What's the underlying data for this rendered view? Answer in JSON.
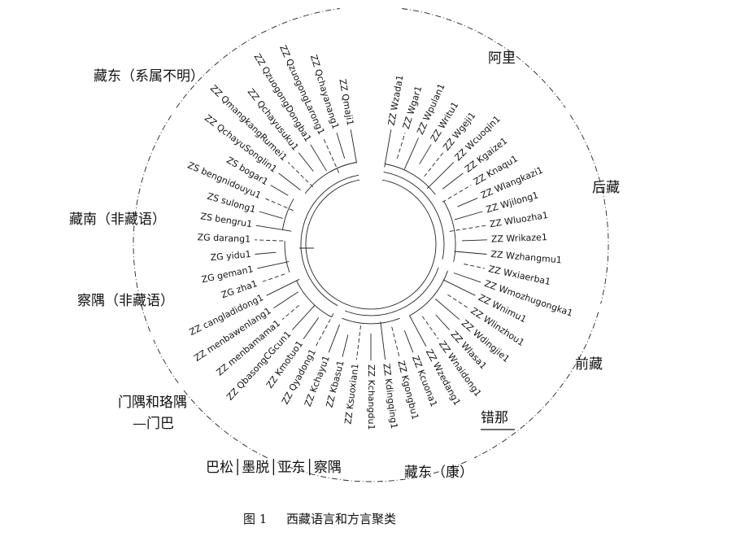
{
  "caption": {
    "fig": "图 1",
    "title": "西藏语言和方言聚类"
  },
  "leaves": [
    "ZZ Wzada1",
    "ZZ Wgar1",
    "ZZ Wpulan1",
    "ZZ Writu1",
    "ZZ Wgeji1",
    "ZZ Wcuoqin1",
    "ZZ Kgaize1",
    "ZZ Knaqu1",
    "ZZ Wlangkazi1",
    "ZZ Wjilong1",
    "ZZ Wluozha1",
    "ZZ Wrikaze1",
    "ZZ Wzhangmu1",
    "ZZ Wxiaerba1",
    "ZZ Wmozhugongka1",
    "ZZ Wnimu1",
    "ZZ Wlinzhou1",
    "ZZ Wdingjie1",
    "ZZ Wlasa1",
    "ZZ Wnaidong1",
    "ZZ Wzedang1",
    "ZZ Kcuona1",
    "ZZ Kgongbu1",
    "ZZ Kdingqing1",
    "ZZ Kchangdu1",
    "ZZ Ksuoxian1",
    "ZZ Kbasu1",
    "ZZ Kchayu1",
    "ZZ Qyadong1",
    "ZZ Kmotuo1",
    "ZZ QbasongCGcun1",
    "ZZ menbamama1",
    "ZZ menbawenlang1",
    "ZZ cangladidong1",
    "ZG zha1",
    "ZG geman1",
    "ZG yidu1",
    "ZG darang1",
    "ZS bengru1",
    "ZS sulong1",
    "ZS bengnidouyu1",
    "ZS bogar1",
    "ZZ QchayuSonglin1",
    "ZZ QmangkangRumei1",
    "ZZ Qchayusuku1",
    "ZZ QzuogongDongba1",
    "ZZ QzuogongLarong1",
    "ZZ Qchayanang1",
    "ZZ Qmaji1"
  ],
  "groups": {
    "ali": "阿里",
    "houzang": "后藏",
    "qianzang": "前藏",
    "cuona": "错那",
    "kang": "藏东（康）",
    "basong": "巴松│墨脱│亚东│察隅",
    "menba_line1": "门隅和珞隅",
    "menba_line2": "—门巴",
    "chayu": "察隅（非藏语）",
    "zangnan": "藏南（非藏语）",
    "zangdong": "藏东（系属不明）"
  }
}
